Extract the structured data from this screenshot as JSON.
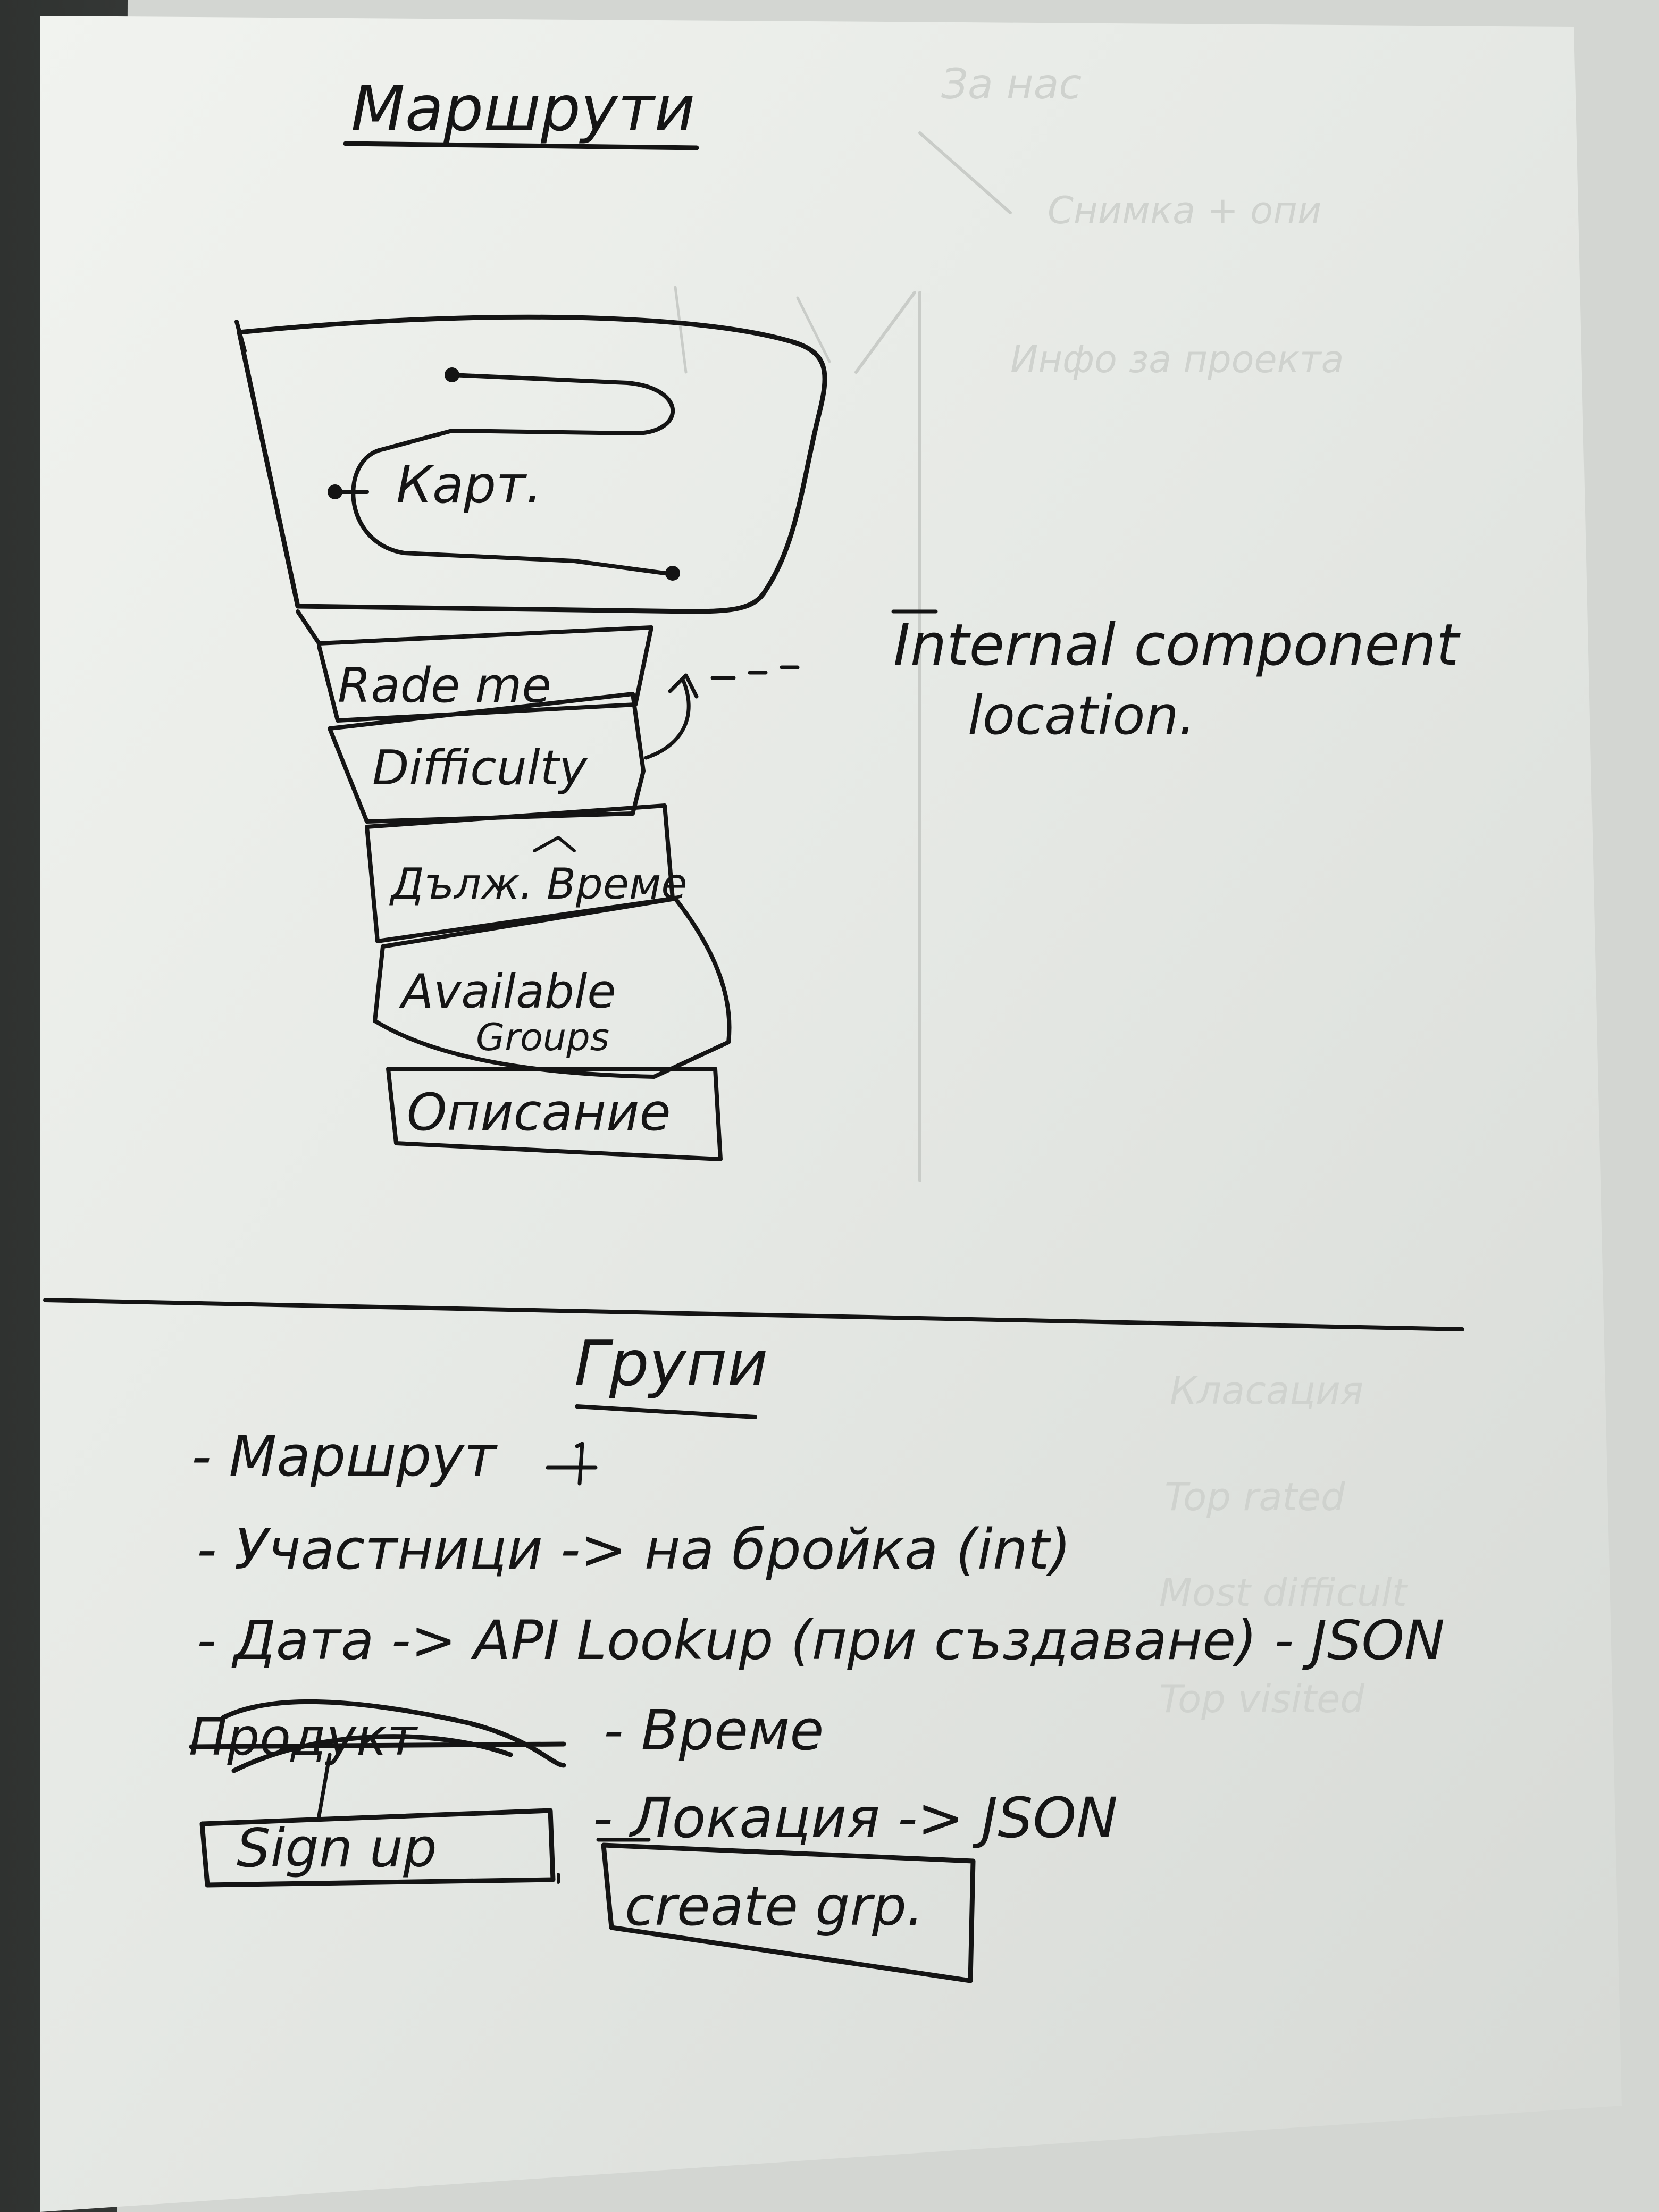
{
  "routes_section": {
    "title": "Маршрути",
    "map_label": "Карт.",
    "cards": [
      "Rade me",
      "Difficulty",
      "Дълж. Време",
      "Available",
      "Groups",
      "Описание"
    ],
    "annotation_line1": "Internal component",
    "annotation_line2": "location."
  },
  "groups_section": {
    "title": "Групи",
    "items": [
      "- Маршрут",
      "- Участници -> на бройка (int)",
      "- Дата -> API Lookup (при създаване) - JSON",
      "- Време",
      "- Локация -> JSON"
    ],
    "struck_word": "Продукт",
    "sign_up_button": "Sign up",
    "create_group_button": "create grp."
  },
  "background_notes": [
    "За нас",
    "Снимка + опи",
    "Инфо за проекта",
    "Класация",
    "Top rated",
    "Most difficult",
    "Top visited"
  ]
}
